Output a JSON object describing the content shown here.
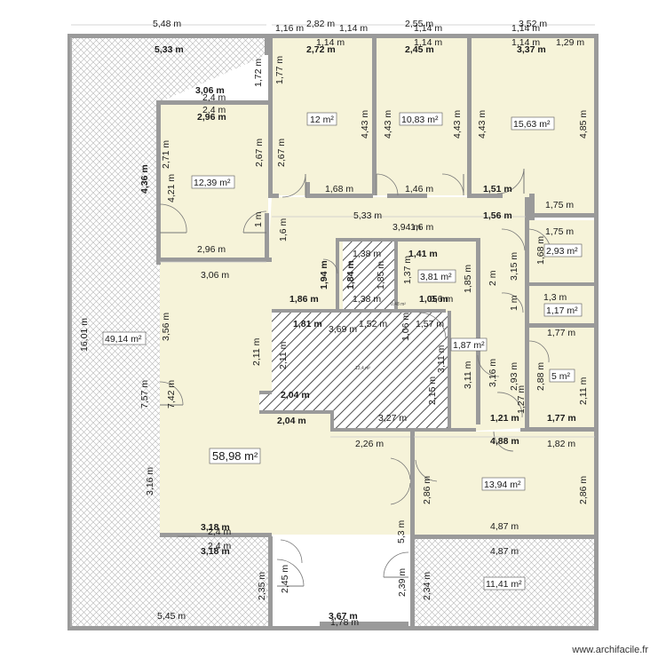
{
  "brand": "www.archifacile.fr",
  "dims": {
    "top_548": "5,48 m",
    "top_116": "1,16 m",
    "top_282": "2,82 m",
    "top_114a": "1,14 m",
    "top_255": "2,55 m",
    "top_114b": "1,14 m",
    "top_352": "3,52 m",
    "top_114c": "1,14 m",
    "r2_114a": "1,14 m",
    "r2_114b": "1,14 m",
    "r2_114c": "1,14 m",
    "r2_129": "1,29 m",
    "in_533": "5,33 m",
    "in_272": "2,72 m",
    "in_245": "2,45 m",
    "in_337": "3,37 m",
    "v_172": "1,72 m",
    "v_177": "1,77 m",
    "in_306a": "3,06 m",
    "in_24a": "2,4 m",
    "in_24b": "2,4 m",
    "in_296a": "2,96 m",
    "v_443a": "4,43 m",
    "v_443b": "4,43 m",
    "v_443c": "4,43 m",
    "v_443d": "4,43 m",
    "v_485": "4,85 m",
    "v_271": "2,71 m",
    "v_421": "4,21 m",
    "v_436": "4,36 m",
    "v_267a": "2,67 m",
    "v_267b": "2,67 m",
    "h_168": "1,68 m",
    "h_146": "1,46 m",
    "h_151": "1,51 m",
    "h_175a": "1,75 m",
    "v_1a": "1 m",
    "h_533b": "5,33 m",
    "h_156": "1,56 m",
    "v_16": "1,6 m",
    "h_296b": "2,96 m",
    "h_394": "3,94 m",
    "h_16": "1,6 m",
    "h_175b": "1,75 m",
    "v_168b": "1,68 m",
    "h_138a": "1,38 m",
    "h_141": "1,41 m",
    "v_315": "3,15 m",
    "h_306b": "3,06 m",
    "v_194": "1,94 m",
    "v_184": "1,84 m",
    "v_185a": "1,85 m",
    "v_137": "1,37 m",
    "v_185b": "1,85 m",
    "v_2": "2 m",
    "v_1b": "1 m",
    "h_13": "1,3 m",
    "h_186": "1,86 m",
    "h_138b": "1,38 m",
    "h_105": "1,05 m",
    "h_06": "0,6 m",
    "h_181": "1,81 m",
    "h_152": "1,52 m",
    "h_369": "3,69 m",
    "v_106": "1,06 m",
    "h_157": "1,57 m",
    "h_177a": "1,77 m",
    "v_356": "3,56 m",
    "v_1601": "16,01 m",
    "v_211a": "2,11 m",
    "v_211b": "2,11 m",
    "v_311a": "3,11 m",
    "v_311b": "3,11 m",
    "v_316a": "3,16 m",
    "v_293": "2,93 m",
    "v_288": "2,88 m",
    "v_211c": "2,11 m",
    "v_216": "2,15 m",
    "v_742": "7,42 m",
    "v_757": "7,57 m",
    "h_204a": "2,04 m",
    "h_204b": "2,04 m",
    "h_327": "3,27 m",
    "v_127": "1,27 m",
    "h_121": "1,21 m",
    "h_177b": "1,77 m",
    "h_226": "2,26 m",
    "h_488": "4,88 m",
    "h_182": "1,82 m",
    "v_316b": "3,16 m",
    "v_286a": "2,86 m",
    "v_286b": "2,86 m",
    "v_53": "5,3 m",
    "h_318a": "3,18 m",
    "h_24c": "2,4 m",
    "h_24d": "2,4 m",
    "h_318b": "3,18 m",
    "h_487a": "4,87 m",
    "h_487b": "4,87 m",
    "v_235": "2,35 m",
    "v_245": "2,45 m",
    "v_239": "2,39 m",
    "v_234": "2,34 m",
    "h_545": "5,45 m",
    "h_367": "3,67 m",
    "h_178": "1,78 m"
  },
  "areas": {
    "room_12": "12 m²",
    "room_1083": "10,83 m²",
    "room_1563": "15,63 m²",
    "room_1239": "12,39 m²",
    "room_293": "2,93 m²",
    "room_381": "3,81 m²",
    "room_117": "1,17 m²",
    "room_4914": "49,14 m²",
    "room_187": "1,87 m²",
    "room_5": "5 m²",
    "room_5898": "58,98 m²",
    "room_1394": "13,94 m²",
    "room_1141": "11,41 m²"
  },
  "small_labels": {
    "tiny_a": "0,48 m²",
    "tiny_b": "13,4 m²"
  }
}
